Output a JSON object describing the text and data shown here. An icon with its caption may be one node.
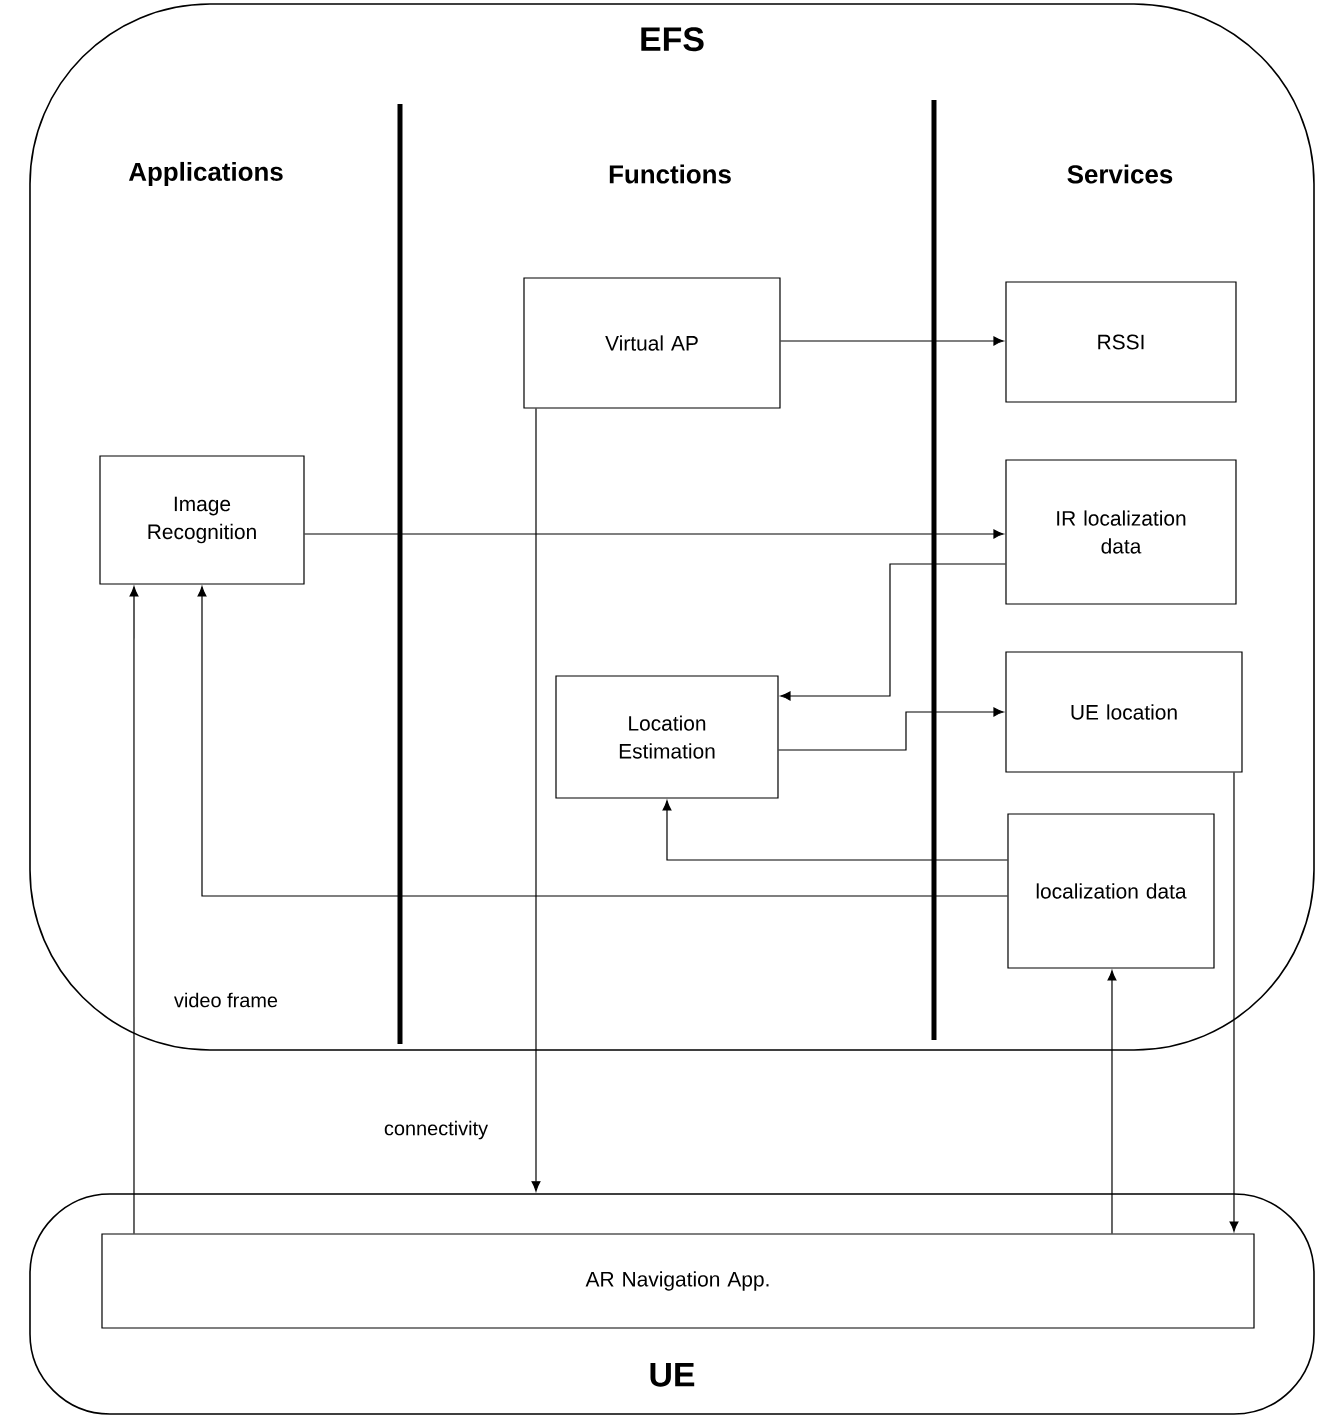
{
  "diagram": {
    "nodes": [
      {
        "text": [
          "EFS"
        ]
      },
      {
        "text": [
          "UE"
        ]
      },
      {
        "text": [
          "Image Recognition"
        ],
        "in": 0
      },
      {
        "text": [
          "Virtual AP"
        ],
        "in": 0
      },
      {
        "text": [
          "RSSI"
        ],
        "in": 0
      },
      {
        "text": [
          "IR localization data"
        ],
        "in": 0
      },
      {
        "text": [
          "Location Estimation"
        ],
        "in": 0
      },
      {
        "text": [
          "UE location"
        ],
        "in": 0
      },
      {
        "text": [
          "localization data"
        ],
        "in": 0
      },
      {
        "text": [
          "AR Navigation App."
        ],
        "in": 1
      }
    ],
    "edges": [
      {
        "from": 3,
        "to": 4,
        "arrow": "to"
      },
      {
        "from": 2,
        "to": 5,
        "arrow": "to"
      },
      {
        "from": 5,
        "to": 6,
        "arrow": "to"
      },
      {
        "from": 6,
        "to": 7,
        "arrow": "to"
      },
      {
        "from": 8,
        "to": 6,
        "arrow": "to"
      },
      {
        "from": 8,
        "to": 2,
        "arrow": "to"
      },
      {
        "from": 9,
        "to": 2,
        "arrow": "to",
        "label": "video frame"
      },
      {
        "from": 3,
        "to": 1,
        "arrow": "to",
        "label": "connectivity"
      },
      {
        "from": 9,
        "to": 8,
        "arrow": "to"
      },
      {
        "from": 7,
        "to": 9,
        "arrow": "to"
      }
    ],
    "labels": [
      "Applications",
      "Functions",
      "Services"
    ]
  }
}
